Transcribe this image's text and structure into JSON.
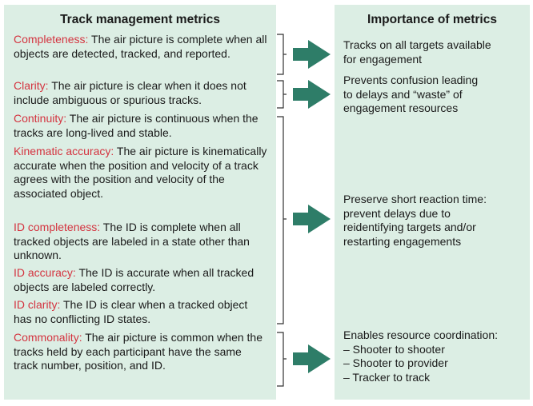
{
  "left": {
    "header": "Track management metrics",
    "metrics": [
      {
        "term": "Completeness:",
        "text": " The air picture is complete when all objects are detected, tracked, and reported."
      },
      {
        "term": "Clarity:",
        "text": " The air picture is clear when it does not include ambiguous or spurious tracks."
      },
      {
        "term": "Continuity:",
        "text": " The air picture is continuous when the tracks are long-lived and stable."
      },
      {
        "term": "Kinematic accuracy:",
        "text": " The air picture is kinematically accurate when the position and velocity of a track agrees with the position and velocity of the associated object."
      },
      {
        "term": "ID completeness:",
        "text": " The ID is complete when all tracked objects are labeled in a state other than unknown."
      },
      {
        "term": "ID accuracy:",
        "text": " The ID is accurate when all tracked objects are labeled correctly."
      },
      {
        "term": "ID clarity:",
        "text": " The ID is clear when a tracked object has no conflicting ID states."
      },
      {
        "term": "Commonality:",
        "text": " The air picture is common when the tracks held by each participant have the same track number, position, and ID."
      }
    ]
  },
  "right": {
    "header": "Importance of metrics",
    "items": [
      {
        "lines": [
          "Tracks on all targets available",
          "for engagement"
        ]
      },
      {
        "lines": [
          "Prevents confusion leading",
          "to delays and “waste” of",
          "engagement resources"
        ]
      },
      {
        "lines": [
          "Preserve short reaction time:",
          "prevent delays due to",
          "reidentifying targets and/or",
          "restarting engagements"
        ]
      },
      {
        "lines": [
          "Enables resource coordination:",
          "– Shooter to shooter",
          "– Shooter to provider",
          "– Tracker to track"
        ]
      }
    ]
  },
  "colors": {
    "panel": "#dceee4",
    "term": "#d4333f",
    "arrow": "#2e7d68",
    "bracket": "#333333"
  }
}
